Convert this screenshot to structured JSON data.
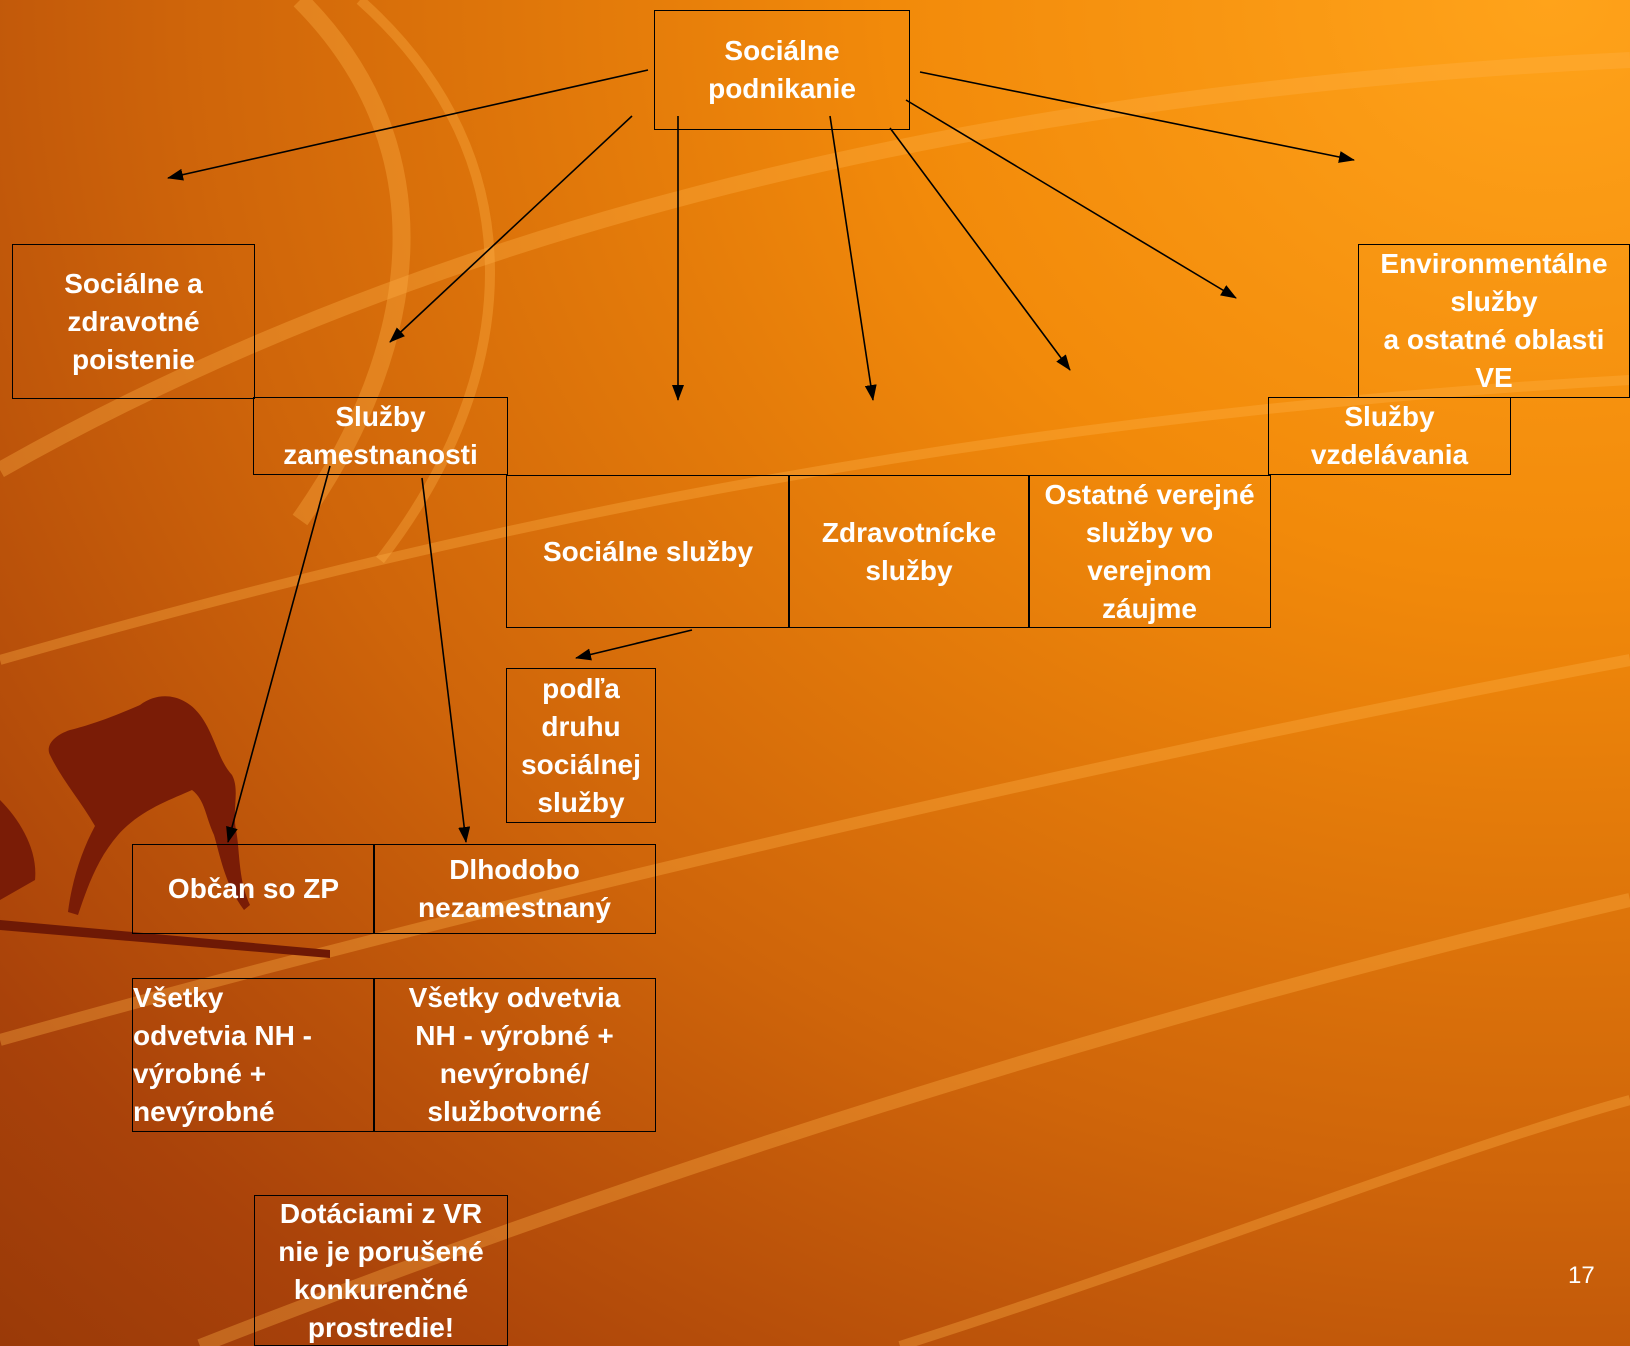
{
  "nodes": {
    "root": "Sociálne\npodnikanie",
    "insurance": "Sociálne a\nzdravotné\npoistenie",
    "employment": "Služby\nzamestnanosti",
    "social_services": "Sociálne služby",
    "health_services": "Zdravotnícke\nslužby",
    "other_public": "Ostatné verejné\nslužby vo\nverejnom\nzáujme",
    "education": "Služby\nvzdelávania",
    "environmental": "Environmentálne\nslužby\na ostatné oblasti\nVE",
    "by_type": "podľa\ndruhu\nsociálnej\nslužby",
    "citizen_zp": "Občan so ZP",
    "long_unemployed": "Dlhodobo\nnezamestnaný",
    "all_sectors_left": "Všetky\nodvetvia NH -\nvýrobné +\nnevýrobné",
    "all_sectors_right": "Všetky odvetvia\nNH -  výrobné +\nnevýrobné/\nslužbotvorné",
    "subsidies": "Dotáciami z VR\nnie je porušené\nkonkurenčné\nprostredie!"
  },
  "page_number": "17",
  "colors": {
    "background_light": "#ffa31a",
    "background_dark": "#9a3a08",
    "text": "#ffffff",
    "lines": "#000000",
    "runner": "#7a1c06"
  }
}
